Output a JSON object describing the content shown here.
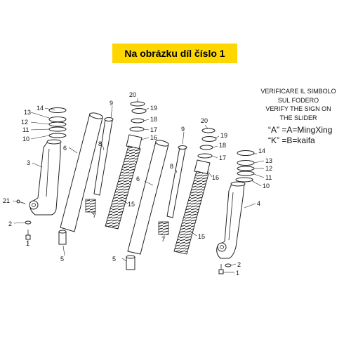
{
  "banner": {
    "text": "Na obrázku díl číslo 1",
    "color": "#ffd700"
  },
  "note": {
    "lines": [
      "VERIFICARE IL SIMBOLO",
      "SUL FODERO",
      "VERIFY THE SIGN ON",
      "THE SLIDER"
    ]
  },
  "codes": [
    {
      "label": "“A” =A=MingXing"
    },
    {
      "label": "“K” =B=kaifa"
    }
  ],
  "callouts": {
    "c20a": "20",
    "c19a": "19",
    "c18a": "18",
    "c17a": "17",
    "c16a": "16",
    "c15a": "15",
    "c9a": "9",
    "c8a": "8",
    "c7a": "7",
    "c6a": "6",
    "c5a": "5",
    "c14a": "14",
    "c13a": "13",
    "c12a": "12",
    "c11a": "11",
    "c10a": "10",
    "c3": "3",
    "c21": "21",
    "c2a": "2",
    "c1a": "1",
    "c20b": "20",
    "c19b": "19",
    "c18b": "18",
    "c17b": "17",
    "c16b": "16",
    "c15b": "15",
    "c9b": "9",
    "c8b": "8",
    "c7b": "7",
    "c6b": "6",
    "c5b": "5",
    "c14b": "14",
    "c13b": "13",
    "c12b": "12",
    "c11b": "11",
    "c10b": "10",
    "c4": "4",
    "c2b": "2",
    "c1b": "1"
  }
}
